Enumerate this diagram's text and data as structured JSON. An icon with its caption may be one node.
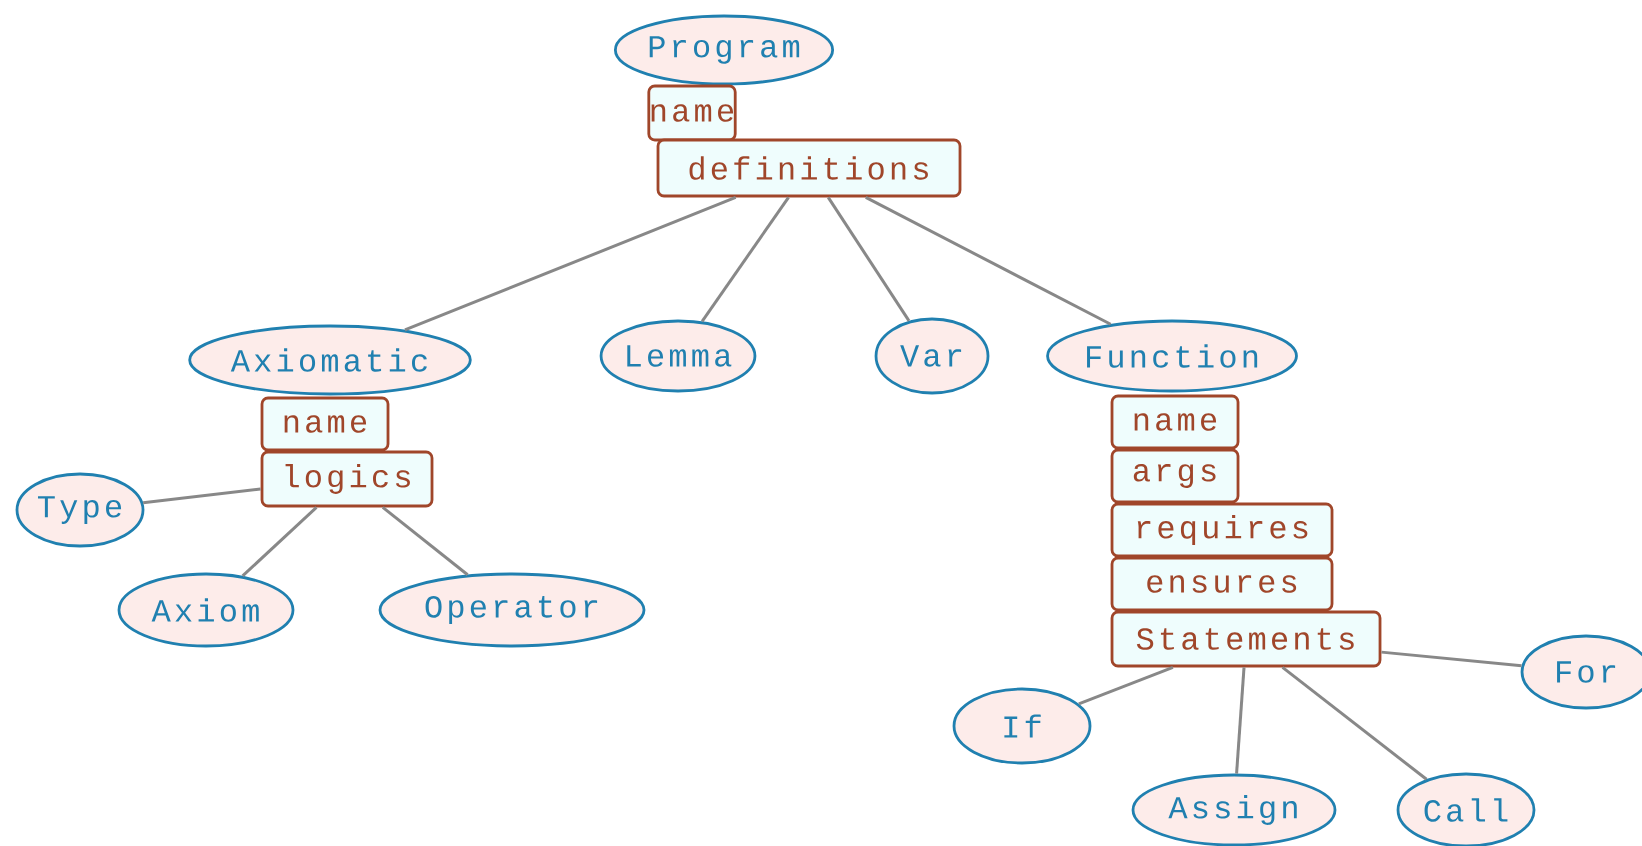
{
  "diagram": {
    "nodes": [
      {
        "text": [
          "Program"
        ]
      },
      {
        "text": [
          "name"
        ]
      },
      {
        "text": [
          "definitions"
        ]
      },
      {
        "text": [
          "Axiomatic"
        ]
      },
      {
        "text": [
          "name"
        ]
      },
      {
        "text": [
          "logics"
        ]
      },
      {
        "text": [
          "Lemma"
        ]
      },
      {
        "text": [
          "Var"
        ]
      },
      {
        "text": [
          "Function"
        ]
      },
      {
        "text": [
          "name"
        ]
      },
      {
        "text": [
          "args"
        ]
      },
      {
        "text": [
          "requires"
        ]
      },
      {
        "text": [
          "ensures"
        ]
      },
      {
        "text": [
          "Statements"
        ]
      },
      {
        "text": [
          "Type"
        ]
      },
      {
        "text": [
          "Axiom"
        ]
      },
      {
        "text": [
          "Operator"
        ]
      },
      {
        "text": [
          "If"
        ]
      },
      {
        "text": [
          "For"
        ]
      },
      {
        "text": [
          "Assign"
        ]
      },
      {
        "text": [
          "Call"
        ]
      }
    ],
    "edges": [
      {
        "from": 2,
        "to": 3,
        "arrow": "none"
      },
      {
        "from": 2,
        "to": 6,
        "arrow": "none"
      },
      {
        "from": 2,
        "to": 7,
        "arrow": "none"
      },
      {
        "from": 2,
        "to": 8,
        "arrow": "none"
      },
      {
        "from": 5,
        "to": 14,
        "arrow": "none"
      },
      {
        "from": 5,
        "to": 15,
        "arrow": "none"
      },
      {
        "from": 5,
        "to": 16,
        "arrow": "none"
      },
      {
        "from": 13,
        "to": 17,
        "arrow": "none"
      },
      {
        "from": 13,
        "to": 19,
        "arrow": "none"
      },
      {
        "from": 13,
        "to": 20,
        "arrow": "none"
      },
      {
        "from": 13,
        "to": 18,
        "arrow": "none"
      }
    ]
  }
}
